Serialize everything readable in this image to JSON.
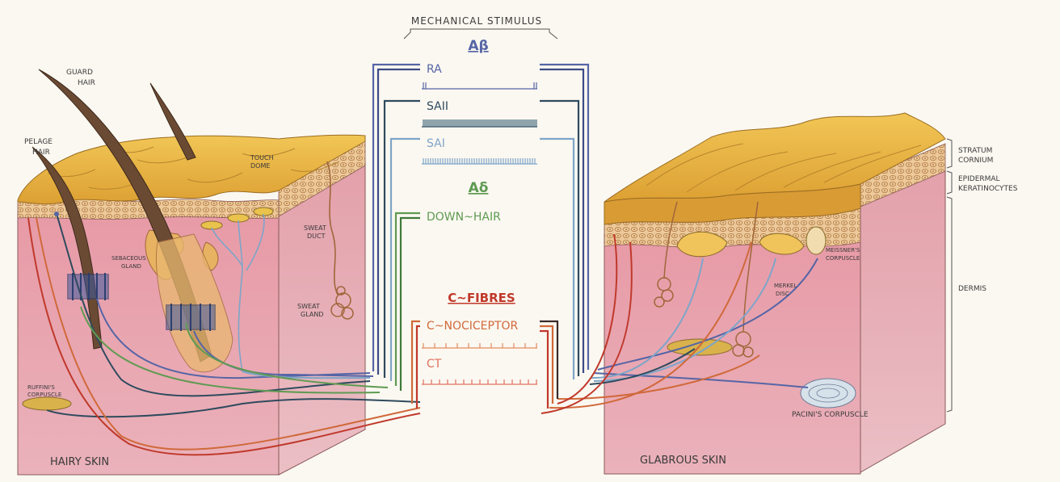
{
  "colors": {
    "ra": "#5665a6",
    "sa2": "#2f4a5e",
    "sa1": "#7ea5c8",
    "down_hair": "#5f9a52",
    "c_fibres": "#c0392b",
    "c_nociceptor": "#d0693a",
    "ct": "#e0705f",
    "dermis": "#e7a4ad",
    "cornium": "#e8b442",
    "hair": "#6b4a33"
  },
  "header": {
    "stimulus": "MECHANICAL STIMULUS"
  },
  "groups": {
    "abeta": "Aβ",
    "adelta": "Aδ",
    "c_fibres": "C~FIBRES"
  },
  "fibres": {
    "ra": "RA",
    "sa2": "SAII",
    "sa1": "SAI",
    "down_hair": "DOWN~HAIR",
    "c_nociceptor": "C~NOCICEPTOR",
    "ct": "CT"
  },
  "hairy_labels": {
    "guard_hair": [
      "GUARD",
      "HAIR"
    ],
    "pelage_hair": [
      "PELAGE",
      "HAIR"
    ],
    "touch_dome": [
      "TOUCH",
      "DOME"
    ],
    "sebaceous_gland": [
      "SEBACEOUS",
      "GLAND"
    ],
    "sweat_duct": [
      "SWEAT",
      "DUCT"
    ],
    "sweat_gland": [
      "SWEAT",
      "GLAND"
    ],
    "ruffini": [
      "RUFFINI'S",
      "CORPUSCLE"
    ],
    "title": "HAIRY SKIN"
  },
  "glabrous_labels": {
    "meissner": [
      "MEISSNER'S",
      "CORPUSCLE"
    ],
    "merkel": [
      "MERKEL",
      "DISC"
    ],
    "pacini": "PACINI'S CORPUSCLE",
    "title": "GLABROUS SKIN"
  },
  "layers": {
    "stratum": [
      "STRATUM",
      "CORNIUM"
    ],
    "epidermal": [
      "EPIDERMAL",
      "KERATINOCYTES"
    ],
    "dermis": "DERMIS"
  }
}
